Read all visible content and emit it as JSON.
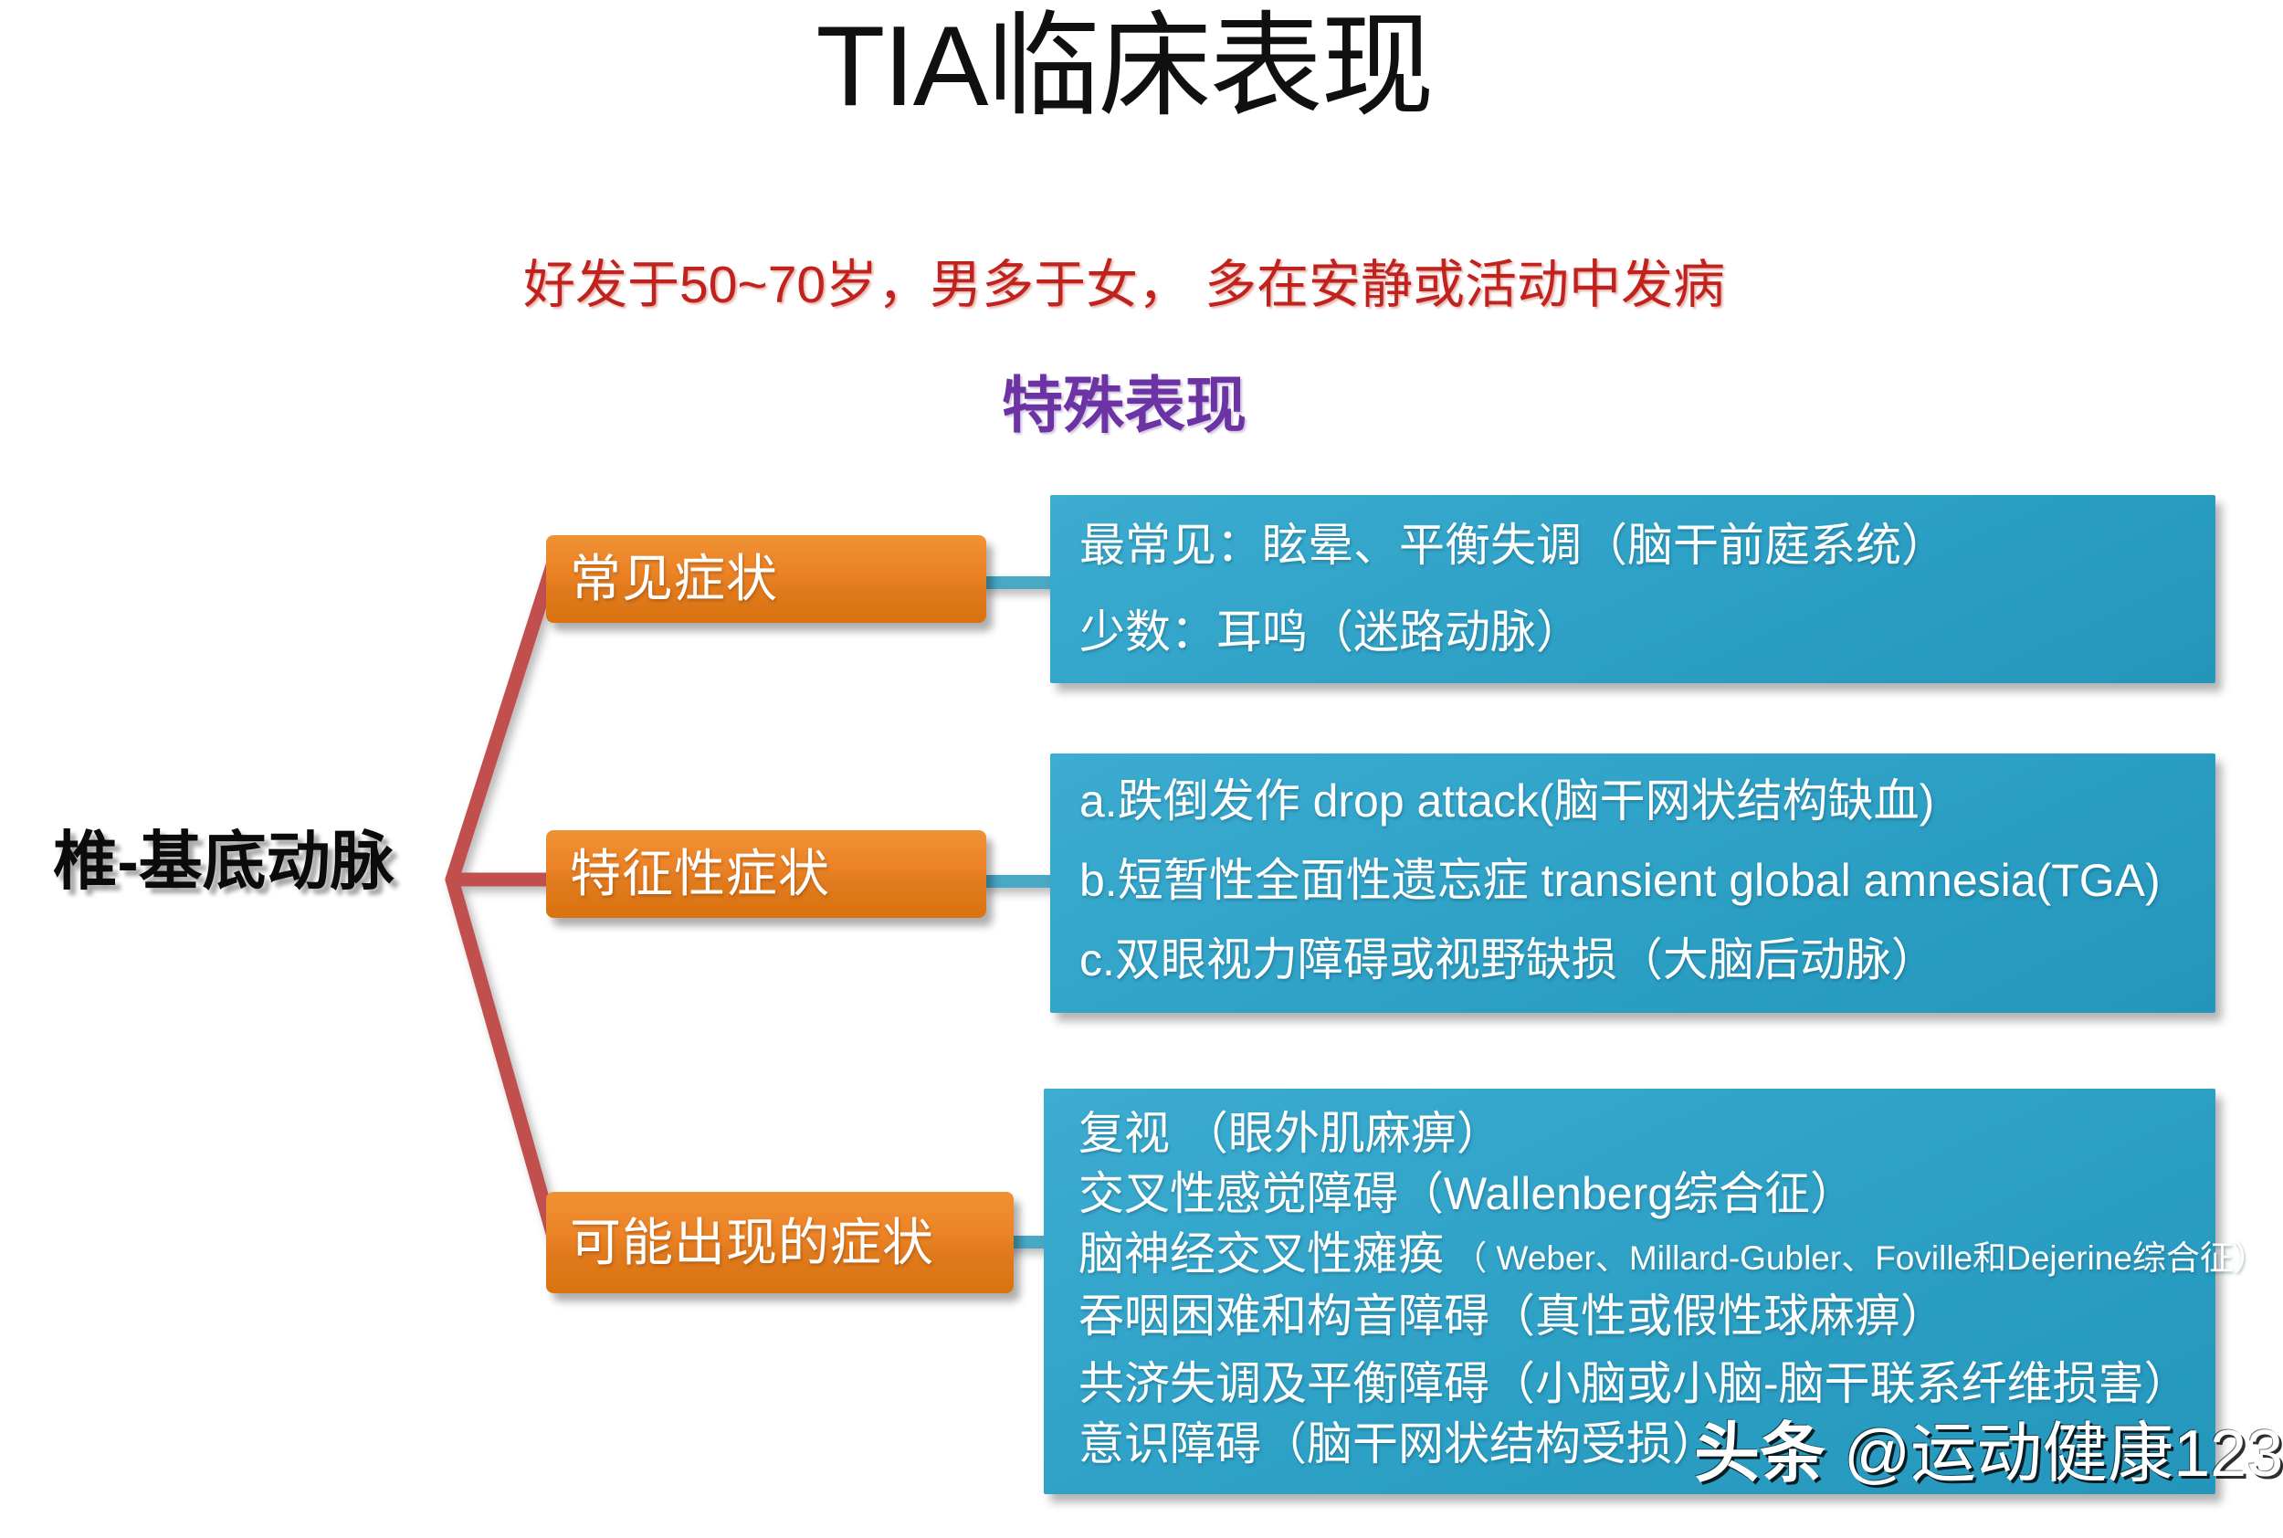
{
  "slide": {
    "title": "TIA临床表现",
    "subtitle": "好发于50~70岁，男多于女， 多在安静或活动中发病",
    "section_heading": "特殊表现",
    "root_label": "椎-基底动脉",
    "watermark_brand": "头条",
    "watermark_handle": "@运动健康123"
  },
  "colors": {
    "title": "#101010",
    "subtitle_red": "#c0231d",
    "heading_purple": "#6b33a3",
    "orange_box": "#ec8326",
    "blue_box": "#2b9ec3",
    "connector_red": "#c0504d",
    "connector_teal": "#4aa8c4"
  },
  "branches": [
    {
      "category": "常见症状",
      "lines": [
        {
          "text": "最常见：眩晕、平衡失调（脑干前庭系统）"
        },
        {
          "text": " 少数：耳鸣（迷路动脉）"
        }
      ]
    },
    {
      "category": "特征性症状",
      "lines": [
        {
          "text": "a.跌倒发作 drop attack(脑干网状结构缺血)"
        },
        {
          "text": "b.短暂性全面性遗忘症 transient global amnesia(TGA)"
        },
        {
          "text": "c.双眼视力障碍或视野缺损（大脑后动脉）"
        }
      ]
    },
    {
      "category": "可能出现的症状",
      "lines": [
        {
          "text": "复视 （眼外肌麻痹）"
        },
        {
          "text": "交叉性感觉障碍（Wallenberg综合征）"
        },
        {
          "text": "脑神经交叉性瘫痪",
          "small_suffix": " （ Weber、Millard-Gubler、Foville和Dejerine综合征）"
        },
        {
          "text": "吞咽困难和构音障碍（真性或假性球麻痹）"
        },
        {
          "text": "共济失调及平衡障碍（小脑或小脑-脑干联系纤维损害）"
        },
        {
          "text": "意识障碍（脑干网状结构受损）"
        }
      ]
    }
  ]
}
